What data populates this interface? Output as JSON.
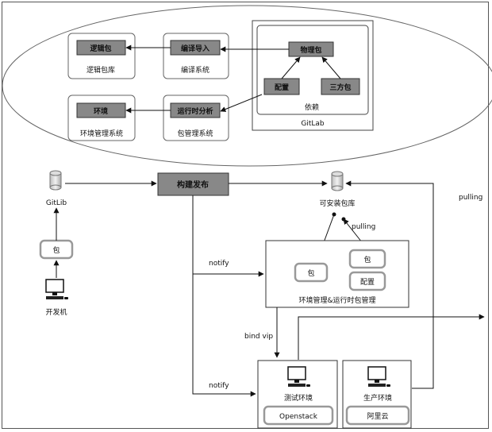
{
  "ellipse": {
    "logic_pkg": "逻辑包",
    "logic_repo": "逻辑包库",
    "compile_import": "编译导入",
    "compile_system": "编译系统",
    "physical_pkg": "物理包",
    "config": "配置",
    "third_party": "三方包",
    "dependency": "依赖",
    "gitlab": "GitLab",
    "env": "环境",
    "env_mgmt": "环境管理系统",
    "runtime_analysis": "运行时分析",
    "pkg_mgmt": "包管理系统"
  },
  "flow": {
    "gitlib": "GitLib",
    "pkg": "包",
    "dev_machine": "开发机",
    "build_release": "构建发布",
    "installable_repo": "可安装包库",
    "pulling1": "pulling",
    "pulling2": "pulling",
    "notify1": "notify",
    "notify2": "notify",
    "bind_vip": "bind vip",
    "em_pkg1": "包",
    "em_pkg2": "包",
    "em_config": "配置",
    "env_runtime_mgmt": "环境管理&运行时包管理",
    "test_env": "测试环境",
    "openstack": "Openstack",
    "prod_env": "生产环境",
    "aliyun": "阿里云"
  }
}
